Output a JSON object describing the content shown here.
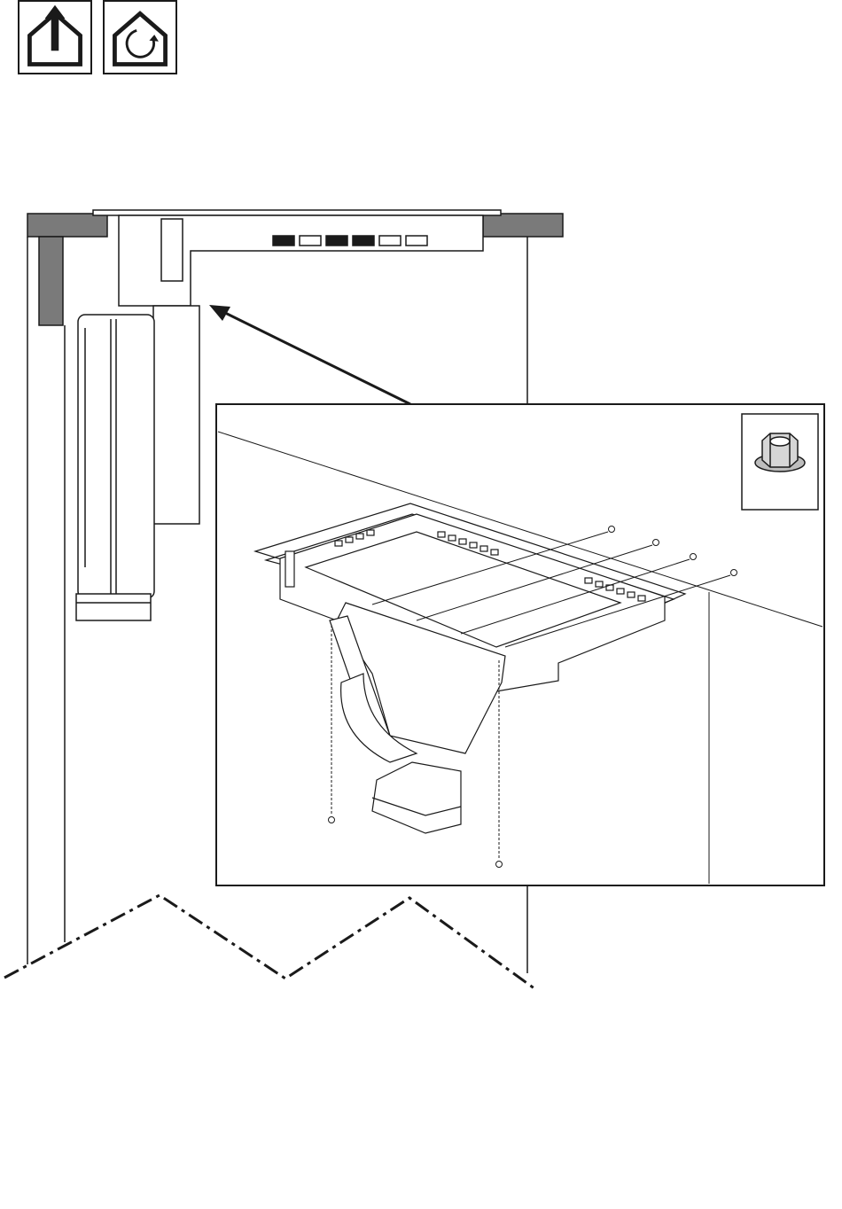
{
  "mode_icons": [
    {
      "name": "extraction-mode-icon",
      "meaning": "house-with-up-arrow"
    },
    {
      "name": "recirculation-mode-icon",
      "meaning": "house-with-circular-arrow"
    }
  ],
  "hardware": {
    "nut_icon": "flange-nut-icon",
    "nut_count_top": 4,
    "nut_count_bottom": 2
  },
  "colors": {
    "ink": "#1a1a1a",
    "worktop": "#7a7a7a",
    "background": "#ffffff"
  }
}
